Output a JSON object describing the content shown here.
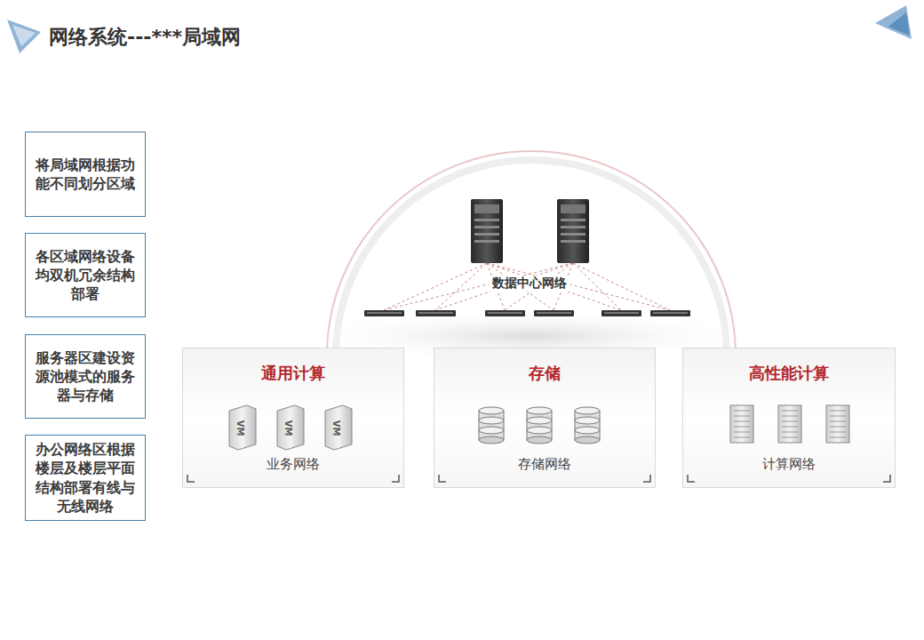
{
  "diagram": {
    "title": "网络系统---***局域网",
    "nodes": [
      {
        "text": [
          "将局域网根据功能不同划分区域"
        ]
      },
      {
        "text": [
          "各区域网络设备均双机冗余结构部署"
        ]
      },
      {
        "text": [
          "服务器区建设资源池模式的服务器与存储"
        ]
      },
      {
        "text": [
          "办公网络区根据楼层及楼层平面结构部署有线与无线网络"
        ]
      },
      {
        "text": [
          "通用计算",
          "业务网络"
        ]
      },
      {
        "text": [
          "存储",
          "存储网络"
        ]
      },
      {
        "text": [
          "高性能计算",
          "计算网络"
        ]
      }
    ],
    "labels": [
      "数据中心网络",
      "VM",
      "VM",
      "VM"
    ]
  }
}
